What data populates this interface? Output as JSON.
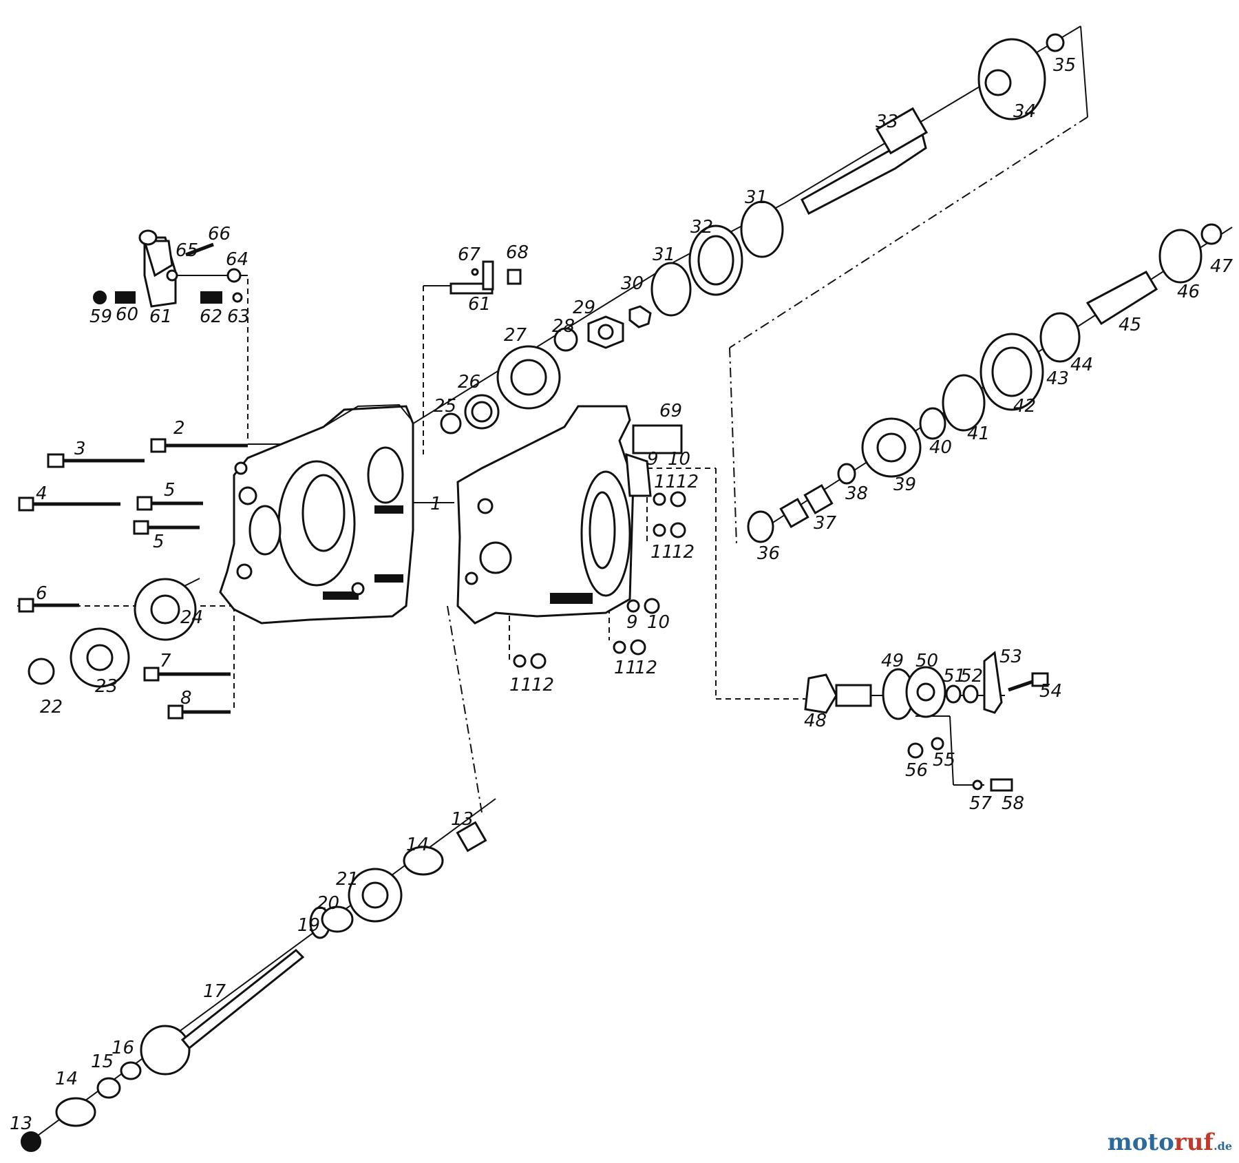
{
  "diagram": {
    "callouts": [
      "1",
      "2",
      "3",
      "4",
      "5",
      "5",
      "6",
      "7",
      "8",
      "9",
      "10",
      "11",
      "12",
      "11",
      "12",
      "9",
      "10",
      "11",
      "12",
      "11",
      "12",
      "13",
      "14",
      "15",
      "16",
      "17",
      "19",
      "20",
      "21",
      "14",
      "13",
      "22",
      "23",
      "24",
      "25",
      "26",
      "27",
      "28",
      "29",
      "30",
      "31",
      "31",
      "32",
      "33",
      "34",
      "35",
      "36",
      "37",
      "38",
      "39",
      "40",
      "41",
      "42",
      "43",
      "44",
      "45",
      "46",
      "47",
      "48",
      "49",
      "50",
      "51",
      "52",
      "53",
      "54",
      "55",
      "56",
      "57",
      "58",
      "59",
      "60",
      "61",
      "62",
      "63",
      "64",
      "65",
      "66",
      "67",
      "68",
      "61",
      "69"
    ]
  },
  "watermark": {
    "part1": "moto",
    "part2": "ruf",
    "suffix": ".de"
  }
}
